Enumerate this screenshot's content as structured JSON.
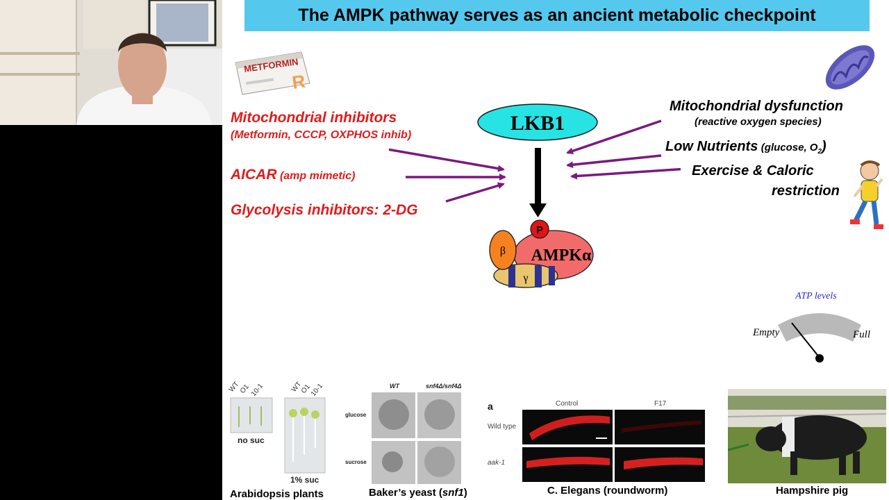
{
  "slide_title": "The AMPK pathway serves as an ancient metabolic checkpoint",
  "left_inputs": {
    "mito_title": "Mitochondrial inhibitors",
    "mito_sub": "(Metformin, CCCP, OXPHOS inhib)",
    "aicar": "AICAR",
    "aicar_sub": "(amp mimetic)",
    "glyco": "Glycolysis inhibitors: 2-DG"
  },
  "right_inputs": {
    "mito_dys": "Mitochondrial dysfunction",
    "ros": "(reactive oxygen species)",
    "low_nutrients": "Low Nutrients",
    "glucose_o2_open": "(glucose, O",
    "o2_sub": "2",
    "glucose_o2_close": ")",
    "exercise_line1": "Exercise & Caloric",
    "exercise_line2": "restriction"
  },
  "pathway": {
    "lkb1": "LKB1",
    "phospho": "P",
    "beta": "β",
    "ampk": "AMPKα",
    "gamma": "γ"
  },
  "gauge": {
    "title": "ATP levels",
    "empty": "Empty",
    "full": "Full"
  },
  "metformin_box": {
    "brand": "METFORMIN",
    "suffix": "R"
  },
  "panels": {
    "arabidopsis": {
      "caption": "Arabidopsis plants",
      "cols": [
        "WT",
        "O1",
        "10-1"
      ],
      "cols2": [
        "WT",
        "O1",
        "10-1"
      ],
      "no_suc": "no suc",
      "one_suc": "1% suc"
    },
    "yeast": {
      "caption_pre": "Baker’s yeast (",
      "caption_gene": "snf1",
      "caption_post": ")",
      "wt": "WT",
      "mutant": "snf4Δ/snf4Δ",
      "glucose": "glucose",
      "sucrose": "sucrose"
    },
    "elegans": {
      "caption": "C. Elegans (roundworm)",
      "panel_letter": "a",
      "control": "Control",
      "f17": "F17",
      "wild_type": "Wild type",
      "aak": "aak-1"
    },
    "pig": {
      "caption": "Hampshire pig"
    }
  }
}
